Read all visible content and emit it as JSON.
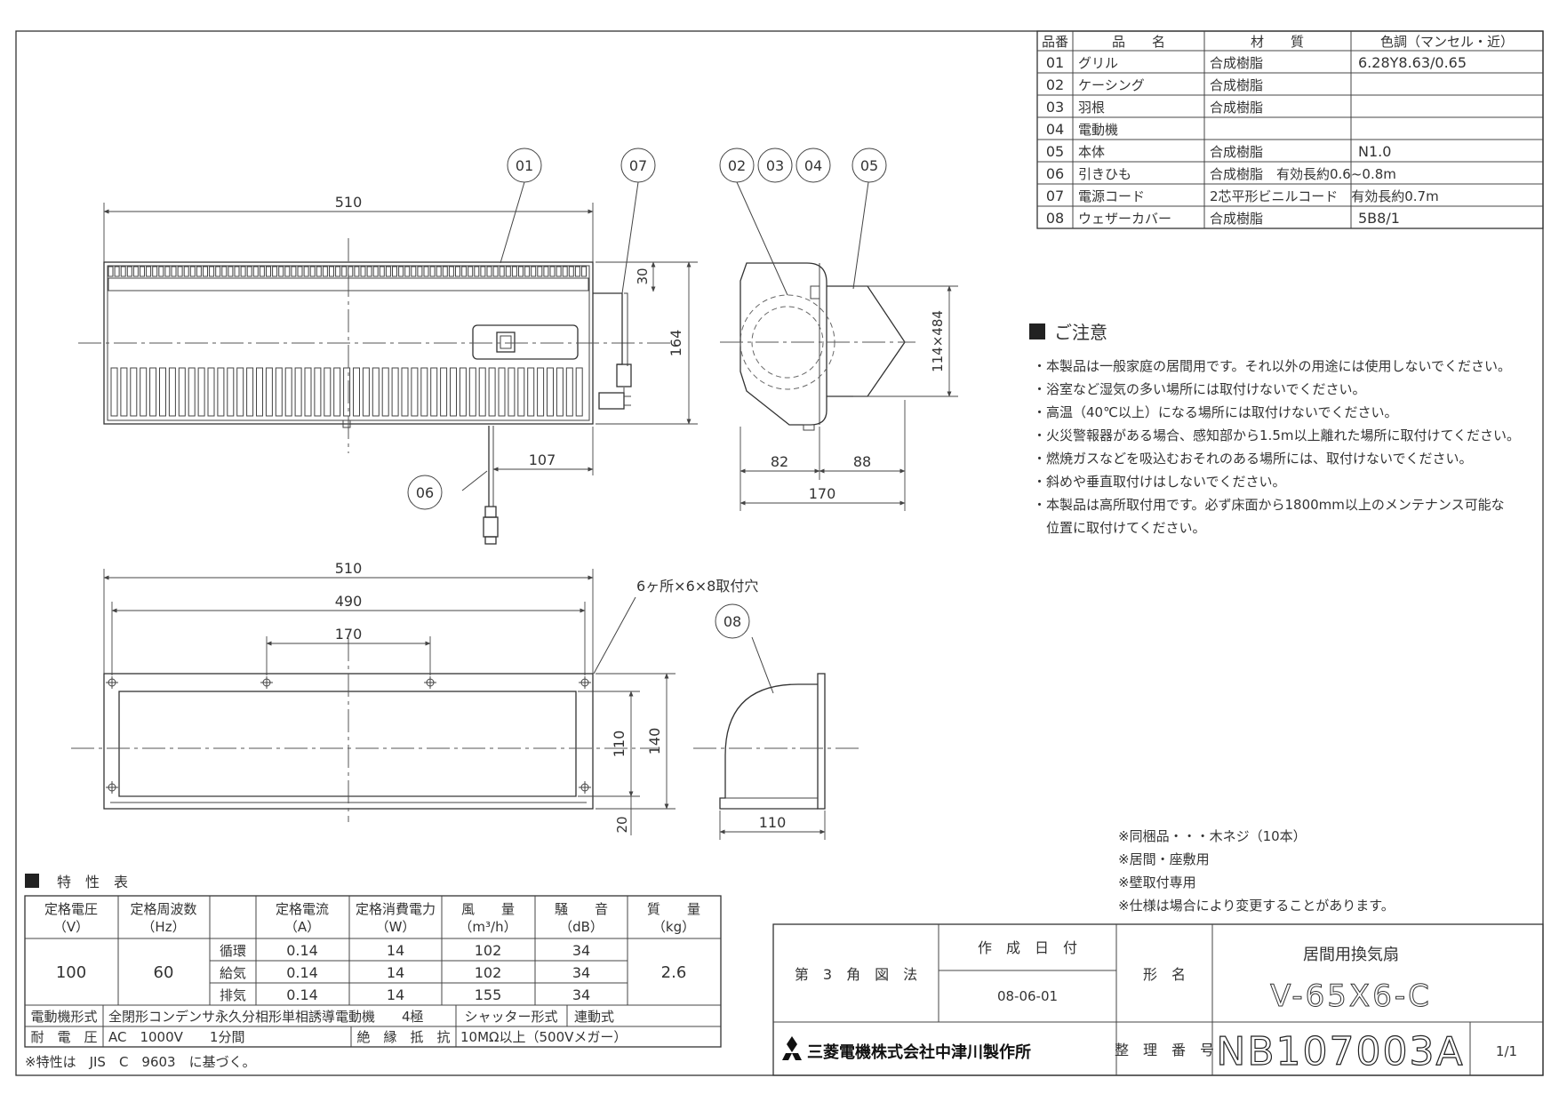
{
  "parts_table": {
    "headers": [
      "品番",
      "品　　名",
      "材　　質",
      "色調（マンセル・近）"
    ],
    "rows": [
      {
        "no": "01",
        "name": "グリル",
        "material": "合成樹脂",
        "color": "6.28Y8.63/0.65"
      },
      {
        "no": "02",
        "name": "ケーシング",
        "material": "合成樹脂",
        "color": ""
      },
      {
        "no": "03",
        "name": "羽根",
        "material": "合成樹脂",
        "color": ""
      },
      {
        "no": "04",
        "name": "電動機",
        "material": "",
        "color": ""
      },
      {
        "no": "05",
        "name": "本体",
        "material": "合成樹脂",
        "color": "N1.0"
      },
      {
        "no": "06",
        "name": "引きひも",
        "material": "合成樹脂　有効長約0.6~0.8m",
        "color": ""
      },
      {
        "no": "07",
        "name": "電源コード",
        "material": "2芯平形ビニルコード　有効長約0.7m",
        "color": ""
      },
      {
        "no": "08",
        "name": "ウェザーカバー",
        "material": "合成樹脂",
        "color": "5B8/1"
      }
    ]
  },
  "notice": {
    "title": "ご注意",
    "items": [
      "・本製品は一般家庭の居間用です。それ以外の用途には使用しないでください。",
      "・浴室など湿気の多い場所には取付けないでください。",
      "・高温（40℃以上）になる場所には取付けないでください。",
      "・火災警報器がある場合、感知部から1.5m以上離れた場所に取付けてください。",
      "・燃焼ガスなどを吸込むおそれのある場所には、取付けないでください。",
      "・斜めや垂直取付けはしないでください。",
      "・本製品は高所取付用です。必ず床面から1800mm以上のメンテナンス可能な",
      "　位置に取付けてください。"
    ]
  },
  "callouts": [
    "01",
    "07",
    "02",
    "03",
    "04",
    "05",
    "06",
    "08"
  ],
  "dimensions": {
    "front_width": "510",
    "front_height": "164",
    "top_offset": "30",
    "cord_offset": "107",
    "side_depth_left": "82",
    "side_depth_right": "88",
    "side_total": "170",
    "duct": "114×484",
    "back_width": "510",
    "hole_span": "490",
    "hole_inner": "170",
    "holes_note": "6ヶ所×6×8取付穴",
    "back_inner_height": "110",
    "back_height": "140",
    "back_bottom": "20",
    "cover_depth": "110"
  },
  "accessories": [
    "※同梱品・・・木ネジ（10本）",
    "※居間・座敷用",
    "※壁取付専用",
    "※仕様は場合により変更することがあります。"
  ],
  "spec": {
    "title": "特　性　表",
    "col_headers": [
      {
        "l1": "定格電圧",
        "l2": "（V）"
      },
      {
        "l1": "定格周波数",
        "l2": "（Hz）"
      },
      {
        "l1": "",
        "l2": ""
      },
      {
        "l1": "定格電流",
        "l2": "（A）"
      },
      {
        "l1": "定格消費電力",
        "l2": "（W）"
      },
      {
        "l1": "風　　量",
        "l2": "（m³/h）"
      },
      {
        "l1": "騒　　音",
        "l2": "（dB）"
      },
      {
        "l1": "質　　量",
        "l2": "（kg）"
      }
    ],
    "voltage": "100",
    "frequency": "60",
    "mass": "2.6",
    "modes": [
      {
        "mode": "循環",
        "current": "0.14",
        "power": "14",
        "airflow": "102",
        "noise": "34"
      },
      {
        "mode": "給気",
        "current": "0.14",
        "power": "14",
        "airflow": "102",
        "noise": "34"
      },
      {
        "mode": "排気",
        "current": "0.14",
        "power": "14",
        "airflow": "155",
        "noise": "34"
      }
    ],
    "motor_label": "電動機形式",
    "motor_value": "全閉形コンデンサ永久分相形単相誘導電動機　　4極",
    "shutter_label": "シャッター形式",
    "shutter_value": "連動式",
    "withstand_label": "耐　電　圧",
    "withstand_value": "AC　1000V　　1分間",
    "insulation_label": "絶　縁　抵　抗",
    "insulation_value": "10MΩ以上（500Vメガー）",
    "footnote": "※特性は　JIS　C　9603　に基づく。"
  },
  "title_block": {
    "projection": "第　3　角　図　法",
    "date_label": "作　成　日　付",
    "date_value": "08-06-01",
    "model_label": "形　名",
    "product_name": "居間用換気扇",
    "model": "V-65X6-C",
    "company": "三菱電機株式会社中津川製作所",
    "drawing_no_label": "整　理　番　号",
    "drawing_no": "NB107003A",
    "sheet": "1/1"
  }
}
